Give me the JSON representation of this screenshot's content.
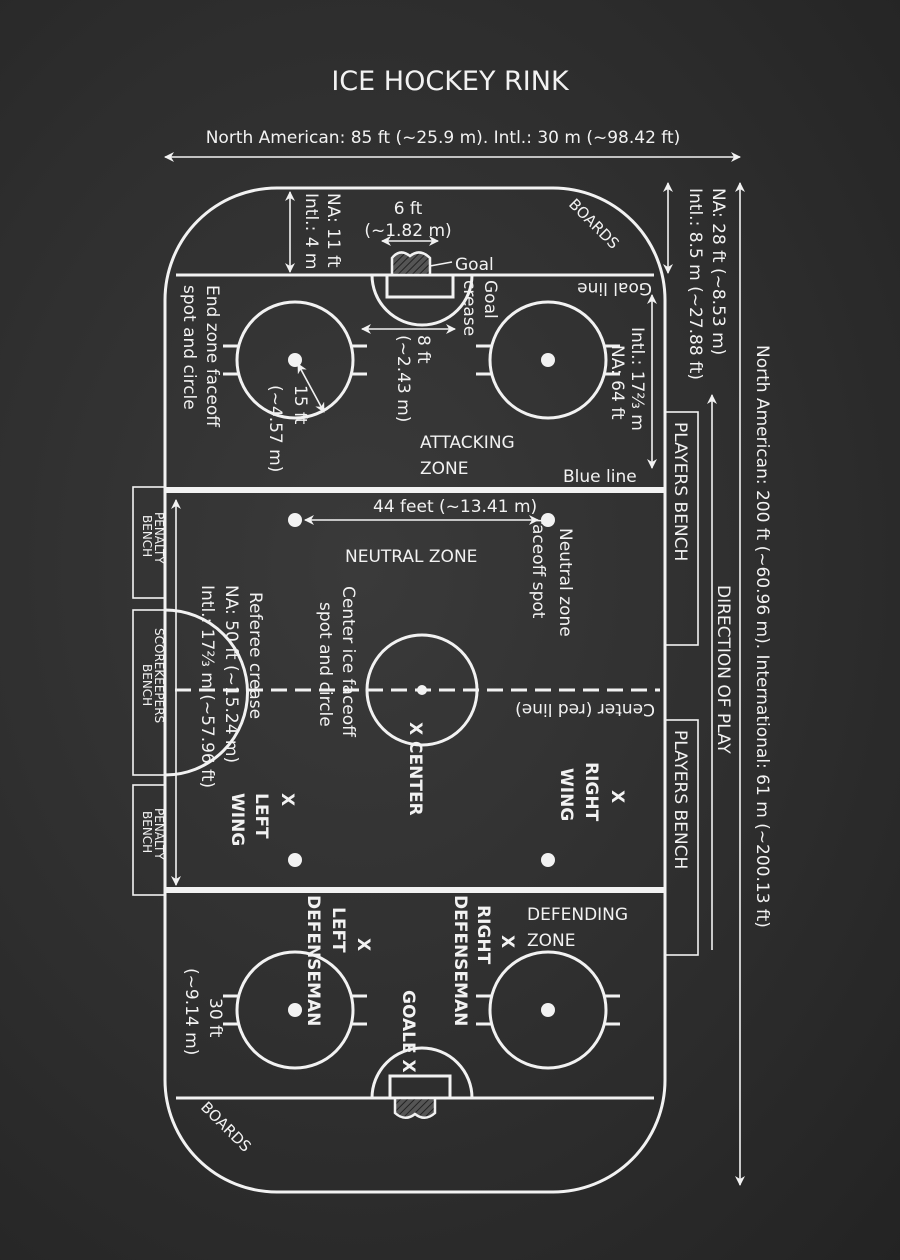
{
  "title": "ICE HOCKEY RINK",
  "width_label": "North American: 85 ft (~25.9 m). Intl.: 30 m (~98.42 ft)",
  "length_label": "North American: 200 ft (~60.96 m). International: 61 m (~200.13 ft)",
  "end_distance": {
    "na": "NA: 28 ft (~8.53 m)",
    "intl": "Intl.: 8.5 m (~27.88 ft)"
  },
  "goal_to_boards": {
    "na": "NA: 11 ft",
    "intl": "Intl.: 4 m"
  },
  "goal_width": {
    "ft": "6 ft",
    "m": "(~1.82 m)"
  },
  "goal_label": "Goal",
  "crease_label": {
    "line1": "Goal",
    "line2": "crease"
  },
  "crease_width": {
    "ft": "8 ft",
    "m": "(~2.43 m)"
  },
  "boards_label": "BOARDS",
  "goal_line_label": "Goal line",
  "endzone_circle_label": {
    "line1": "End zone faceoff",
    "line2": "spot and circle"
  },
  "circle_radius": {
    "ft": "15 ft",
    "m": "(~4.57 m)"
  },
  "goal_to_blue": {
    "intl": "Intl.: 17⅔ m",
    "na": "NA: 64 ft"
  },
  "attacking_zone": {
    "line1": "ATTACKING",
    "line2": "ZONE"
  },
  "blue_line_label": "Blue line",
  "neutral_spacing": "44 feet (~13.41 m)",
  "neutral_zone": "NEUTRAL ZONE",
  "neutral_spot_label": {
    "line1": "Neutral zone",
    "line2": "faceoff spot"
  },
  "center_circle_label": {
    "line1": "Center ice faceoff",
    "line2": "spot and circle"
  },
  "center_line_label": "Center (red line)",
  "referee_crease": "Referee     crease",
  "zone_length": {
    "na": "NA: 50 ft (~15.24 m)",
    "intl": "Intl.: 17⅔ m (~57.96 ft)"
  },
  "defending_zone": {
    "line1": "DEFENDING",
    "line2": "ZONE"
  },
  "positions": {
    "left_wing": {
      "x": "X",
      "l1": "LEFT",
      "l2": "WING"
    },
    "center": "X CENTER",
    "right_wing": {
      "x": "X",
      "l1": "RIGHT",
      "l2": "WING"
    },
    "left_def": {
      "x": "X",
      "l1": "LEFT",
      "l2": "DEFENSEMAN"
    },
    "right_def": {
      "x": "X",
      "l1": "RIGHT",
      "l2": "DEFENSEMAN"
    },
    "goalie": "GOALE X"
  },
  "circle_spacing": {
    "ft": "30 ft",
    "m": "(~9.14 m)"
  },
  "benches": {
    "players": "PLAYERS BENCH",
    "penalty": {
      "l1": "PENALTY",
      "l2": "BENCH"
    },
    "scorekeepers": {
      "l1": "SCOREKEEPERS",
      "l2": "BENCH"
    }
  },
  "direction_of_play": "DIRECTION OF PLAY"
}
